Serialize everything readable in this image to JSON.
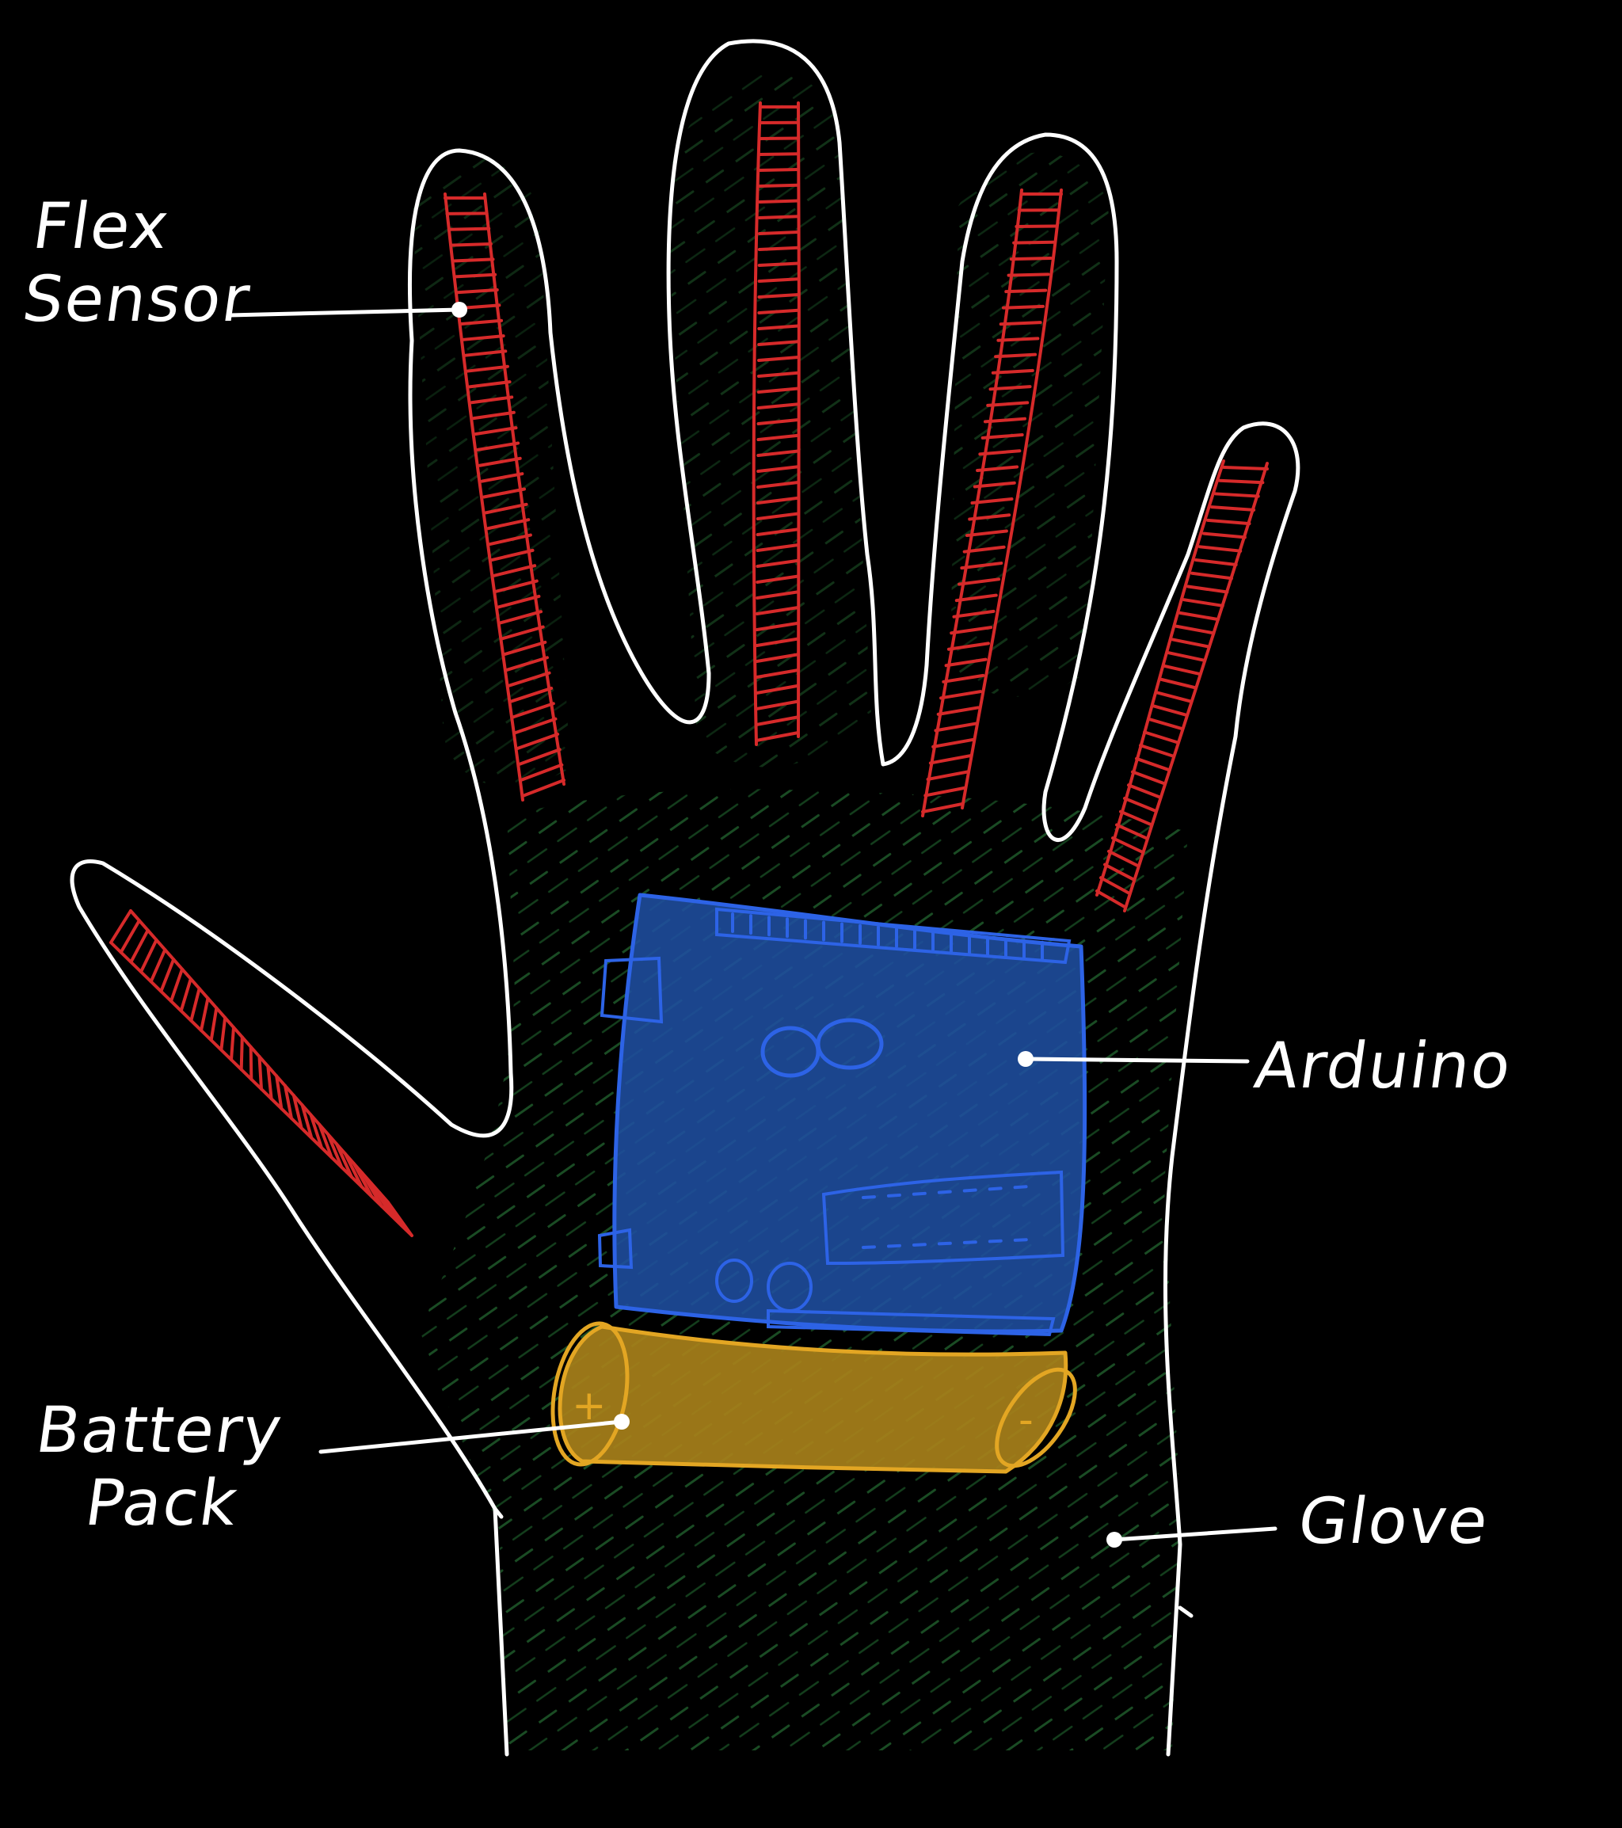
{
  "labels": {
    "flex_sensor": [
      "Flex",
      "Sensor"
    ],
    "arduino": "Arduino",
    "battery_pack": [
      "Battery",
      "Pack"
    ],
    "glove": "Glove"
  },
  "battery_marks": {
    "positive": "+",
    "negative": "-"
  },
  "colors": {
    "background": "#000000",
    "outline": "#ffffff",
    "flex_sensor": "#d62a2a",
    "arduino_fill": "#1f4fa0",
    "arduino_stroke": "#2d63e6",
    "battery_fill": "#a7801a",
    "battery_stroke": "#e3a623",
    "glove_hatch": "#1f5a2a"
  },
  "icons": {
    "arduino_logo": "infinity-icon"
  }
}
